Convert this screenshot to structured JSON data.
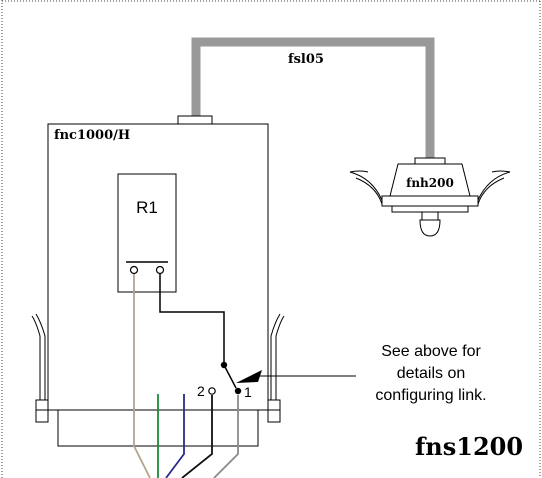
{
  "labels": {
    "cable": "fsl05",
    "controller": "fnc1000/H",
    "head": "fnh200",
    "relay": "R1",
    "terminal_2": "2",
    "terminal_1": "1",
    "note_line1": "See above for",
    "note_line2": "details on",
    "note_line3": "configuring link.",
    "product": "fns1200"
  },
  "colors": {
    "cable": "#999999",
    "wire_tan": "#b4a48c",
    "wire_green": "#1a8a3a",
    "wire_blue": "#2a2a8a",
    "wire_black": "#111111",
    "wire_grey": "#8a8a8a"
  }
}
